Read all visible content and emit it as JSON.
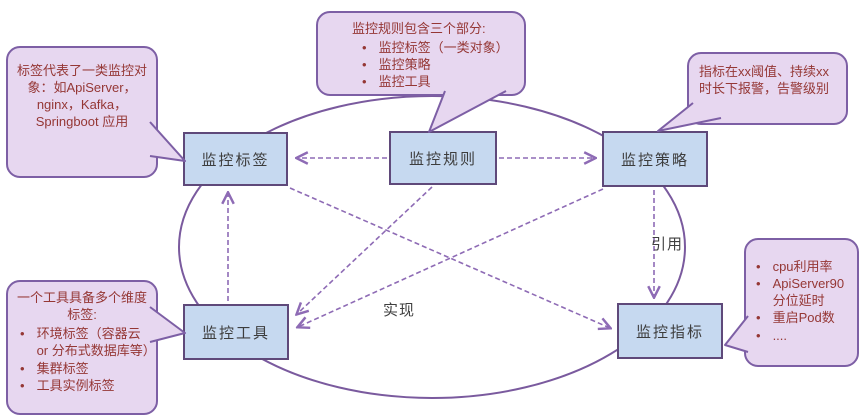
{
  "nodes": [
    {
      "label": "监控标签"
    },
    {
      "label": "监控规则"
    },
    {
      "label": "监控策略"
    },
    {
      "label": "监控工具"
    },
    {
      "label": "监控指标"
    }
  ],
  "edge_labels": {
    "implement": "实现",
    "reference": "引用"
  },
  "callouts": {
    "tag_note": {
      "text": "标签代表了一类监控对象：如ApiServer，nginx，Kafka，Springboot 应用"
    },
    "rule_note": {
      "title": "监控规则包含三个部分:",
      "items": [
        "监控标签（一类对象）",
        "监控策略",
        "监控工具"
      ]
    },
    "strategy_note": {
      "text": "指标在xx阈值、持续xx时长下报警，告警级别"
    },
    "tool_note": {
      "title": "一个工具具备多个维度标签:",
      "items": [
        "环境标签（容器云or 分布式数据库等）",
        "集群标签",
        "工具实例标签"
      ]
    },
    "metric_note": {
      "items": [
        "cpu利用率",
        "ApiServer90分位延时",
        "重启Pod数",
        "...."
      ]
    }
  },
  "colors": {
    "node_fill": "#c6d9f0",
    "node_border": "#5f497a",
    "callout_fill": "#e7d7f0",
    "callout_border": "#7d5fa5",
    "callout_text": "#953735",
    "arrow_dashed": "#8e6bb5",
    "ellipse_stroke": "#7a5a9e",
    "label_text": "#3f3f3f"
  }
}
